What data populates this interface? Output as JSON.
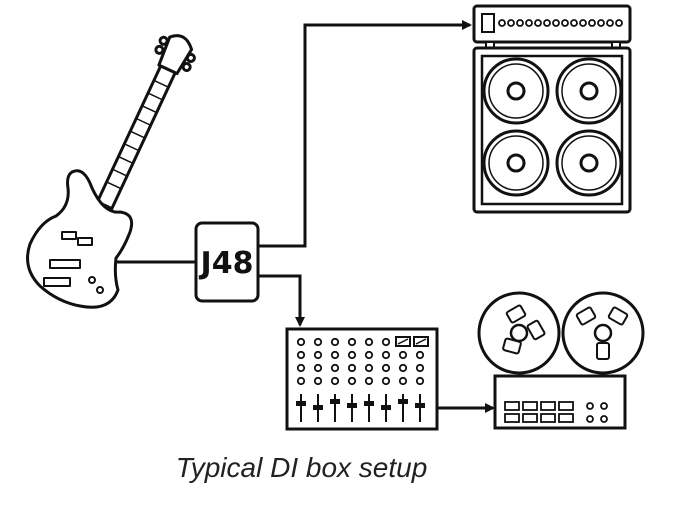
{
  "diagram": {
    "caption": "Typical DI box setup",
    "di_box_label": "J48",
    "colors": {
      "ink": "#111111",
      "paper": "#ffffff",
      "caption": "#222222"
    },
    "components": [
      "bass-guitar",
      "di-box",
      "amplifier-head",
      "speaker-cabinet",
      "mixing-console",
      "reel-to-reel-recorder"
    ],
    "connections": [
      {
        "from": "bass-guitar",
        "to": "di-box"
      },
      {
        "from": "di-box",
        "to": "amplifier-head"
      },
      {
        "from": "di-box",
        "to": "mixing-console"
      },
      {
        "from": "mixing-console",
        "to": "reel-to-reel-recorder"
      }
    ]
  }
}
